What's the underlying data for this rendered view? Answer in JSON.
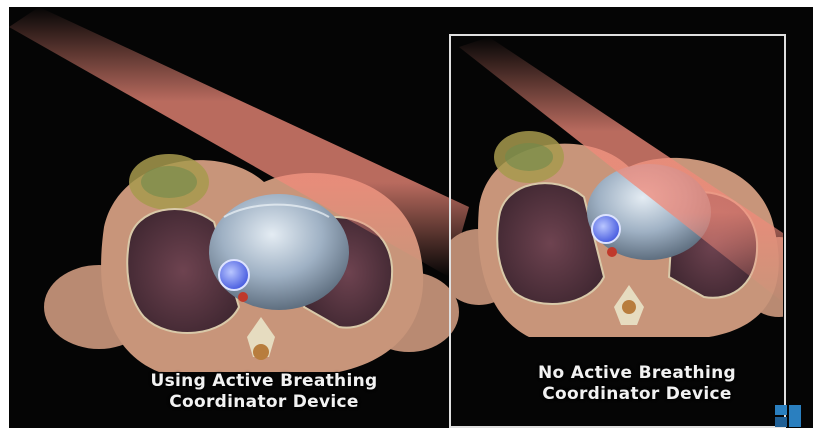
{
  "captions": {
    "left": {
      "line1": "Using Active Breathing",
      "line2": "Coordinator Device"
    },
    "right": {
      "line1": "No Active Breathing",
      "line2": "Coordinator Device"
    }
  },
  "colors": {
    "background": "#050505",
    "radiation_beam": "#f08a7a",
    "skin": "#c8957a",
    "lung": "#5a3440",
    "heart": "#9fb1c4",
    "frame_border": "#e0e0e0",
    "watermark": "#2a7fbf"
  },
  "watermark": {
    "icon": "brand-logo-icon"
  }
}
